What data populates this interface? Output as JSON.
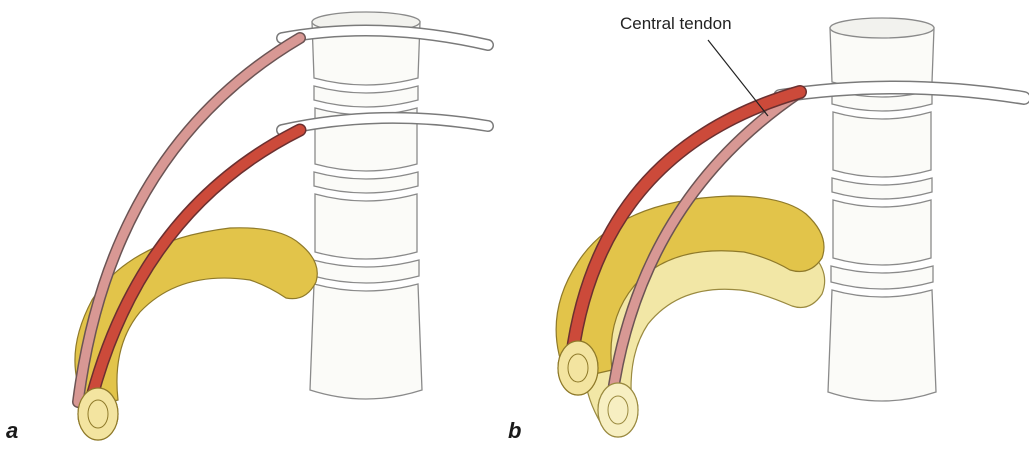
{
  "panels": [
    {
      "letter": "a"
    },
    {
      "letter": "b"
    }
  ],
  "annotation": {
    "central_tendon": "Central tendon"
  },
  "colors": {
    "rib_yellow": "#e2c44a",
    "rib_light": "#f2e7a6",
    "crus_red": "#cc4a3a",
    "crus_pink": "#d89894",
    "vertebra_outline": "#8a8a8a",
    "tendon_outline": "#7a7a7a"
  }
}
